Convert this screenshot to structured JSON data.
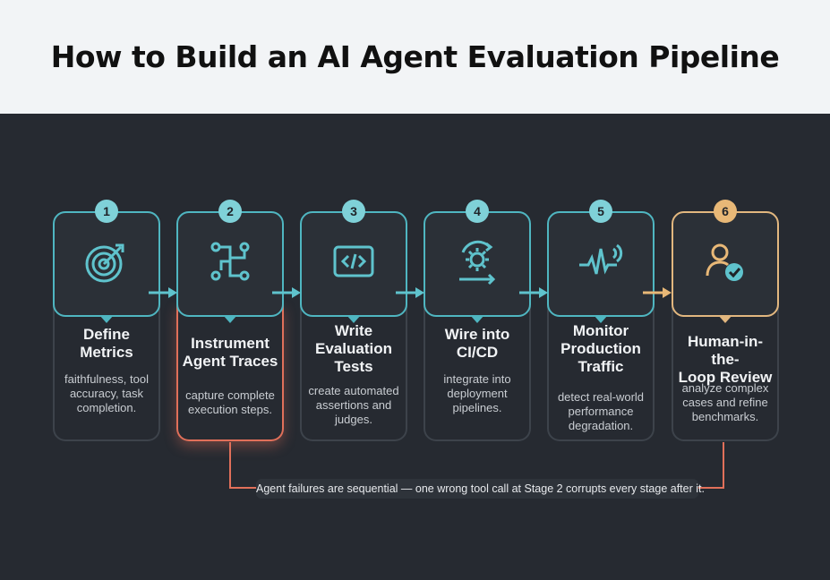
{
  "title": "How to Build an AI Agent Evaluation Pipeline",
  "steps": [
    {
      "number": "1",
      "title_lines": [
        "Define",
        "Metrics"
      ],
      "desc_lines": [
        "faithfulness, tool",
        "accuracy, task",
        "completion."
      ],
      "icon": "target-icon"
    },
    {
      "number": "2",
      "title_lines": [
        "Instrument",
        "Agent Traces"
      ],
      "desc_lines": [
        "capture complete",
        "execution steps."
      ],
      "icon": "trace-flow-icon"
    },
    {
      "number": "3",
      "title_lines": [
        "Write",
        "Evaluation",
        "Tests"
      ],
      "desc_lines": [
        "create automated",
        "assertions and",
        "judges."
      ],
      "icon": "code-window-icon"
    },
    {
      "number": "4",
      "title_lines": [
        "Wire into",
        "CI/CD"
      ],
      "desc_lines": [
        "integrate into",
        "deployment",
        "pipelines."
      ],
      "icon": "gear-cycle-icon"
    },
    {
      "number": "5",
      "title_lines": [
        "Monitor",
        "Production",
        "Traffic"
      ],
      "desc_lines": [
        "detect real-world",
        "performance",
        "degradation."
      ],
      "icon": "pulse-signal-icon"
    },
    {
      "number": "6",
      "title_lines": [
        "Human-in-the-",
        "Loop Review"
      ],
      "desc_lines": [
        "analyze complex",
        "cases and refine",
        "benchmarks."
      ],
      "icon": "user-check-icon"
    }
  ],
  "note": "Agent failures are sequential — one wrong tool call at Stage 2 corrupts every stage after it.",
  "colors": {
    "teal": "#4fb6c1",
    "amber": "#e2b77f",
    "alert": "#e1705a",
    "background": "#262a31"
  }
}
